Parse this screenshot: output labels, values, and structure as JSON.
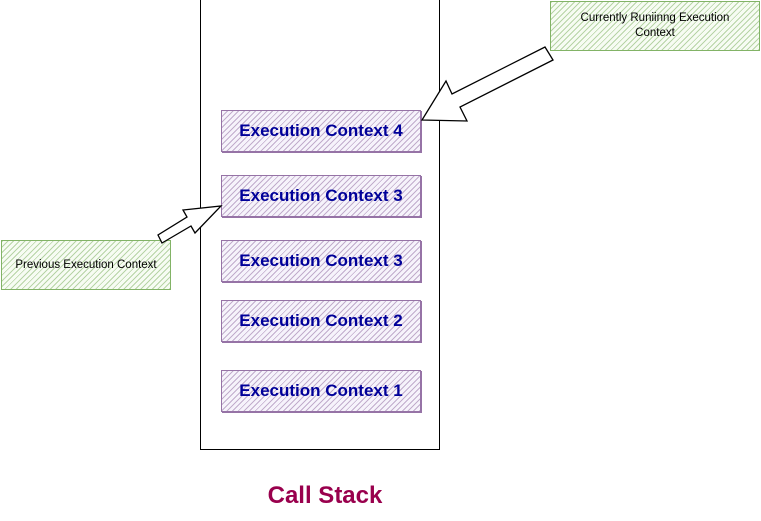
{
  "diagram": {
    "title": "Call Stack",
    "colors": {
      "context_text": "#000099",
      "context_border": "#9673a6",
      "note_border": "#82b366",
      "title": "#99004d"
    },
    "stack": [
      {
        "label": "Execution Context 4"
      },
      {
        "label": "Execution Context 3"
      },
      {
        "label": "Execution Context 3"
      },
      {
        "label": "Execution Context 2"
      },
      {
        "label": "Execution Context 1"
      }
    ],
    "notes": {
      "current": "Currently Runiinng Execution Context",
      "previous": "Previous Execution Context"
    }
  }
}
